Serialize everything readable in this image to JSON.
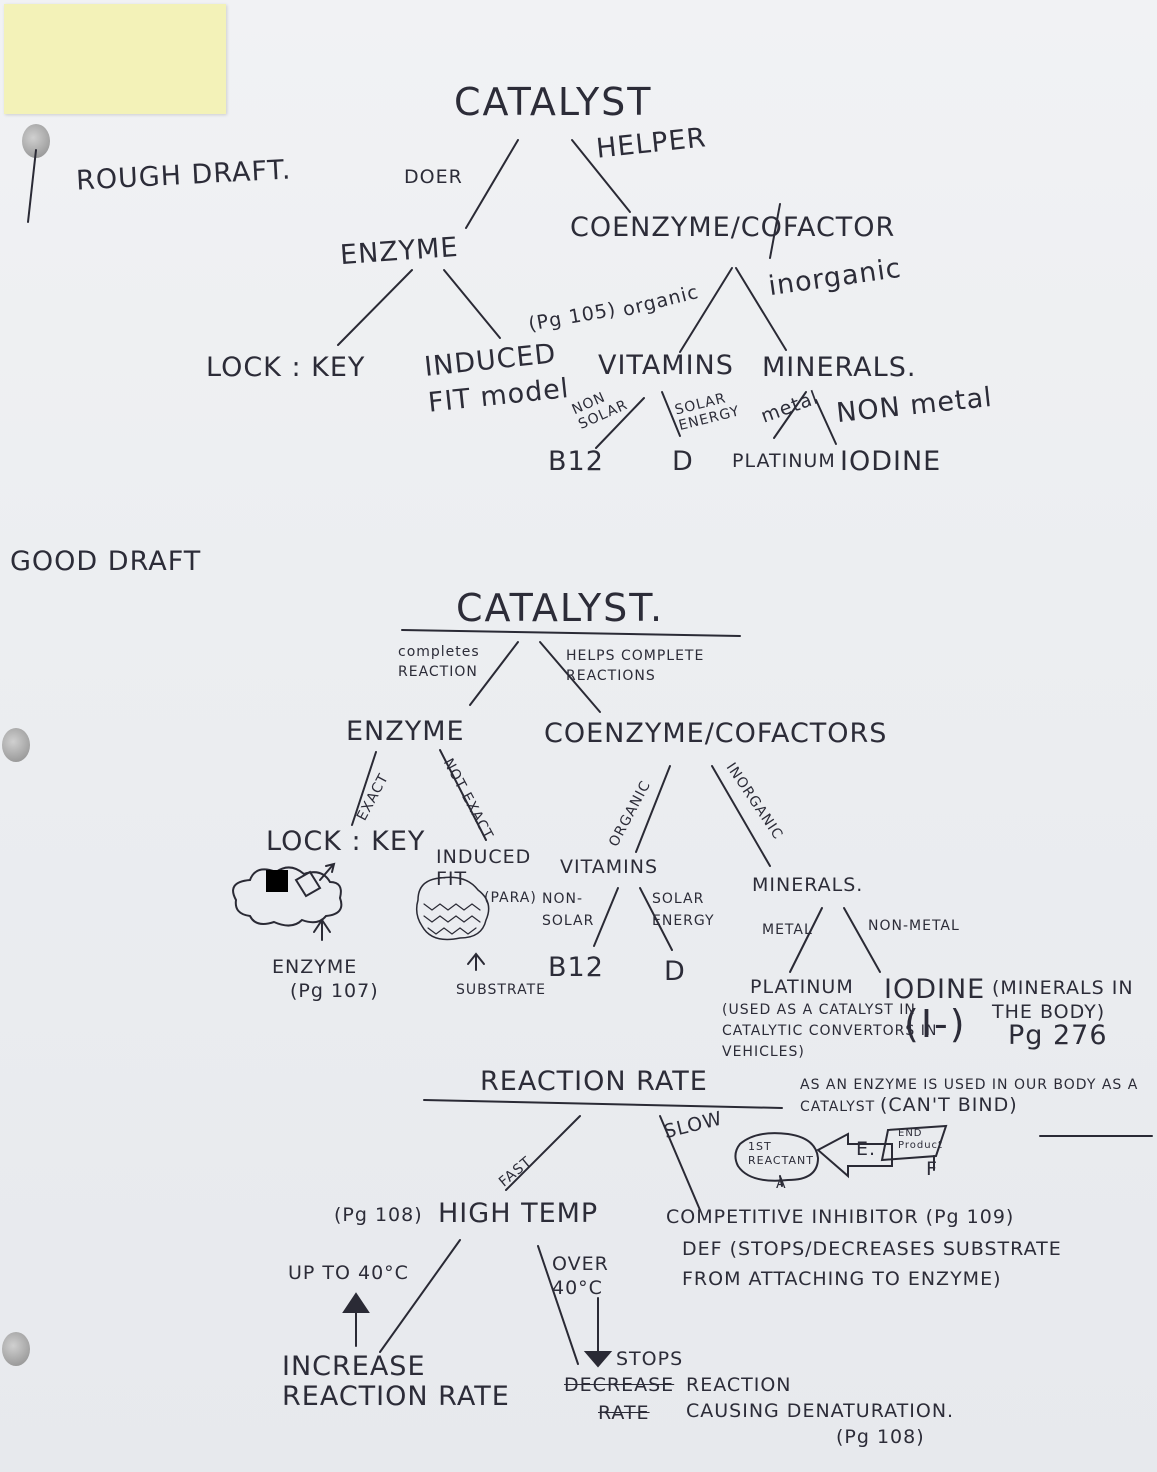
{
  "rough": {
    "label": "ROUGH DRAFT.",
    "root": "CATALYST",
    "doer": "DOER",
    "helper": "HELPER",
    "enzyme": "ENZYME",
    "coenzyme": "COENZYME/COFACTOR",
    "organic": "organic",
    "inorganic": "inorganic",
    "pg105": "(Pg 105)",
    "lock_key": "LOCK : KEY",
    "induced_fit": "INDUCED FIT model",
    "vitamins": "VITAMINS",
    "minerals": "MINERALS.",
    "non_solar": "NON SOLAR",
    "solar_energy": "SOLAR ENERGY",
    "metal": "metal",
    "non_metal": "NON metal",
    "b12": "B12",
    "d": "D",
    "platinum": "PLATINUM",
    "iodine": "IODINE"
  },
  "good": {
    "label": "GOOD DRAFT",
    "root": "CATALYST.",
    "completes": "completes REACTION",
    "helps": "HELPS COMPLETE REACTIONS",
    "enzyme": "ENZYME",
    "coenzyme": "COENZYME/COFACTORS",
    "exact": "EXACT",
    "not_exact": "NOT EXACT",
    "organic": "ORGANIC",
    "inorganic": "INORGANIC",
    "lock_key": "LOCK : KEY",
    "induced_fit": "INDUCED FIT",
    "para": "(PARA)",
    "vitamins": "VITAMINS",
    "minerals": "MINERALS.",
    "non_solar": "NON-SOLAR",
    "solar_energy": "SOLAR ENERGY",
    "metal": "METAL",
    "non_metal": "NON-METAL",
    "enzyme_label": "ENZYME",
    "pg107": "(Pg 107)",
    "substrate": "SUBSTRATE",
    "b12": "B12",
    "d": "D",
    "platinum": "PLATINUM",
    "used_as": "(USED AS A CATALYST IN CATALYTIC CONVERTORS IN VEHICLES)",
    "iodine": "IODINE",
    "iodine_ion": "(I-)",
    "minerals_body": "(MINERALS IN THE BODY)",
    "pg276": "Pg 276",
    "enzyme_used": "AS AN ENZYME IS USED IN OUR BODY AS A CATALYST"
  },
  "rate": {
    "root": "REACTION RATE",
    "fast": "FAST",
    "slow": "SLOW",
    "pg108_a": "(Pg 108)",
    "high_temp": "HIGH TEMP",
    "up_to": "UP TO 40°C",
    "over": "OVER 40°C",
    "increase": "INCREASE REACTION RATE",
    "stops": "STOPS",
    "decrease": "DECREASE",
    "reaction": "REACTION",
    "rate_struck": "RATE",
    "causing": "CAUSING DENATURATION.",
    "pg108_b": "(Pg 108)",
    "competitive": "COMPETITIVE INHIBITOR (Pg 109)",
    "def": "DEF (STOPS/DECREASES SUBSTRATE FROM ATTACHING TO ENZYME)",
    "cant_bind": "(CAN'T BIND)",
    "first_reactant": "1ST REACTANT",
    "a": "A",
    "e": "E.",
    "end_product": "END Product",
    "f": "F"
  }
}
